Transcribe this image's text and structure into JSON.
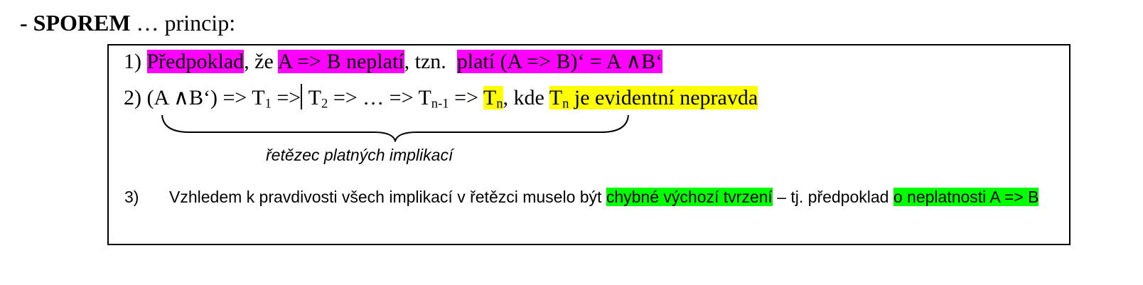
{
  "heading": {
    "dash": "- ",
    "title": "SPOREM",
    "rest": " … princip:"
  },
  "step1": {
    "number": "1) ",
    "predpoklad": "Předpoklad",
    "ze": ", že ",
    "claim": "A => B neplatí",
    "tzn": ", tzn.  ",
    "plati": "platí (A => B)‘ = A ∧B‘"
  },
  "step2": {
    "number": "2) ",
    "expr": "(A ∧B‘) => T",
    "sub1": "1",
    "arrow1": " =>",
    "t2": " T",
    "sub2": "2",
    "mid": " => … => T",
    "subn1": "n-1",
    "arrow2": " => ",
    "tn_t": "T",
    "tn_sub": "n",
    "kde": ", kde ",
    "tn2_t": "T",
    "tn2_sub": "n",
    "tail": " je evidentní nepravda"
  },
  "chain_label": "řetězec platných implikací",
  "step3": {
    "number": "3)",
    "text_a": "Vzhledem k pravdivosti všech implikací v řetězci muselo být ",
    "hl1": "chybné výchozí tvrzení",
    "text_b": " – tj. předpoklad ",
    "hl2": "o neplatnosti A => B"
  },
  "colors": {
    "magenta": "#ff00ff",
    "yellow": "#ffff00",
    "green": "#00ff00"
  }
}
